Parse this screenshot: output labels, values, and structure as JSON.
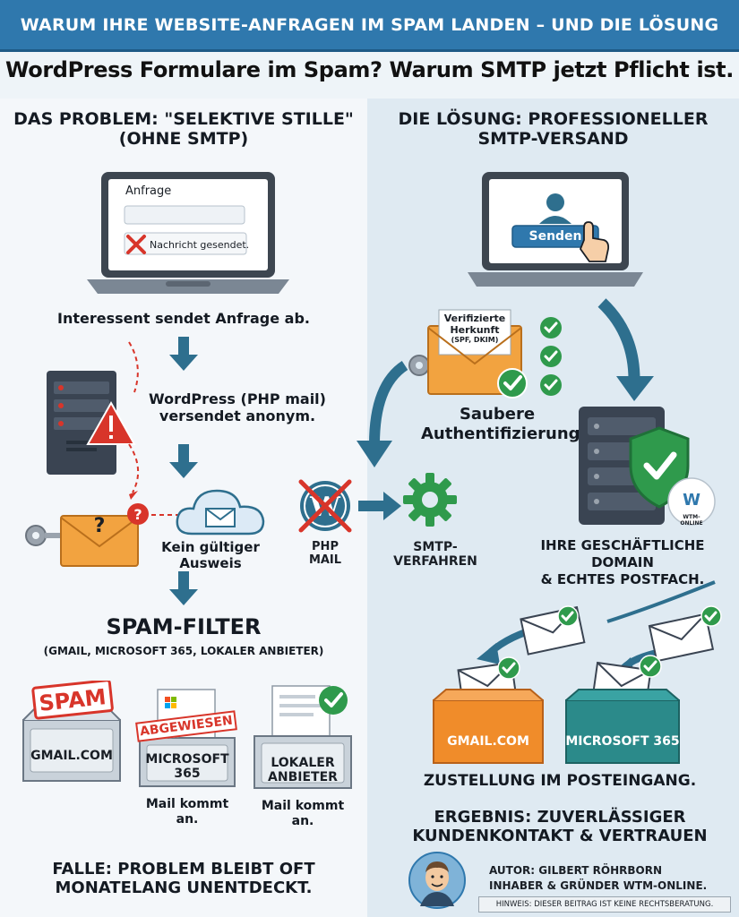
{
  "banner": "WARUM IHRE WEBSITE-ANFRAGEN IM SPAM LANDEN – UND DIE LÖSUNG",
  "subtitle": "WordPress Formulare im Spam? Warum SMTP jetzt Pflicht ist.",
  "problem": {
    "heading_line1": "DAS PROBLEM: \"SELEKTIVE STILLE\"",
    "heading_line2": "(OHNE SMTP)",
    "form_title": "Anfrage",
    "form_sent": "Nachricht gesendet.",
    "step1": "Interessent sendet Anfrage ab.",
    "step2_line1": "WordPress (PHP mail)",
    "step2_line2": "versendet anonym.",
    "no_id": "Kein gültiger Ausweis",
    "php_mail": "PHP MAIL",
    "spamfilter_title": "SPAM-FILTER",
    "spamfilter_sub": "(GMAIL, MICROSOFT 365, LOKALER ANBIETER)",
    "spam_stamp": "SPAM",
    "rejected_stamp": "ABGEWIESEN",
    "box1": "GMAIL.COM",
    "box2_line1": "MICROSOFT",
    "box2_line2": "365",
    "box3_line1": "LOKALER",
    "box3_line2": "ANBIETER",
    "box2_caption": "Mail kommt an.",
    "box3_caption": "Mail kommt an.",
    "trap_line1": "FALLE: PROBLEM BLEIBT OFT",
    "trap_line2": "MONATELANG UNENTDECKT."
  },
  "solution": {
    "heading_line1": "DIE LÖSUNG: PROFESSIONELLER",
    "heading_line2": "SMTP-VERSAND",
    "send_button": "Senden",
    "verified_line1": "Verifizierte",
    "verified_line2": "Herkunft",
    "verified_line3": "(SPF, DKIM)",
    "auth_line1": "Saubere",
    "auth_line2": "Authentifizierung",
    "smtp": "SMTP-VERFAHREN",
    "domain_line1": "IHRE GESCHÄFTLICHE DOMAIN",
    "domain_line2": "& ECHTES POSTFACH.",
    "logo_text": "WTM-ONLINE",
    "inbox1": "GMAIL.COM",
    "inbox2": "MICROSOFT 365",
    "delivery": "ZUSTELLUNG IM POSTEINGANG.",
    "result_line1": "ERGEBNIS: ZUVERLÄSSIGER",
    "result_line2": "KUNDENKONTAKT & VERTRAUEN",
    "author_line1": "AUTOR: GILBERT RÖHRBORN",
    "author_line2": "INHABER & GRÜNDER WTM-ONLINE.",
    "disclaimer": "HINWEIS: DIESER BEITRAG IST KEINE RECHTSBERATUNG."
  },
  "colors": {
    "banner": "#2f78ad",
    "arrow": "#2e6f8e",
    "red": "#d8352a",
    "green": "#2f9a4c",
    "envelope": "#f2a340",
    "orange_box": "#f08c2a",
    "teal_box": "#2b8a8a"
  }
}
